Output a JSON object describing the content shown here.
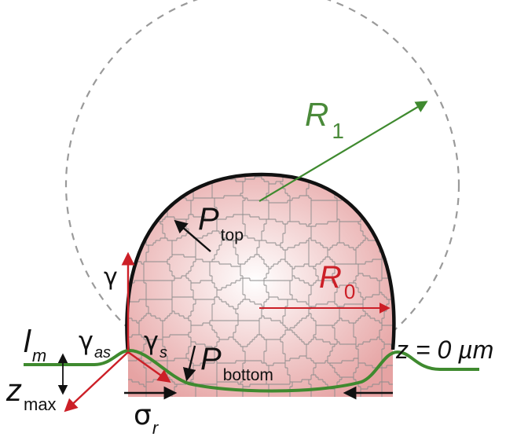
{
  "colors": {
    "membrane": "#3f8a2f",
    "radius_label": "#4a8a3a",
    "red": "#cc1f27",
    "black": "#111111",
    "dashed_circle": "#9a9a9a",
    "cell_fill_center": "#ffffff",
    "cell_fill_edge": "#e6a3a3",
    "cell_edges": "#8c8c8c"
  },
  "labels": {
    "R1": {
      "main": "R",
      "sub": "1"
    },
    "R0": {
      "main": "R",
      "sub": "0"
    },
    "P_top": {
      "main": "P",
      "sub": "top"
    },
    "P_bottom": {
      "main": "P",
      "sub": "bottom"
    },
    "gamma": "γ",
    "gamma_as": {
      "main": "γ",
      "sub": "as"
    },
    "gamma_s": {
      "main": "γ",
      "sub": "s"
    },
    "l_m": {
      "main": "l",
      "sub": "m"
    },
    "z_max": {
      "main": "z",
      "sub": "max"
    },
    "sigma_r": {
      "main": "σ",
      "sub": "r"
    },
    "z_zero": "z = 0 µm"
  },
  "icons": {
    "dashed_circle": "dashed-circle-outline",
    "aggregate": "cell-aggregate-voronoi",
    "membrane": "membrane-curve"
  }
}
